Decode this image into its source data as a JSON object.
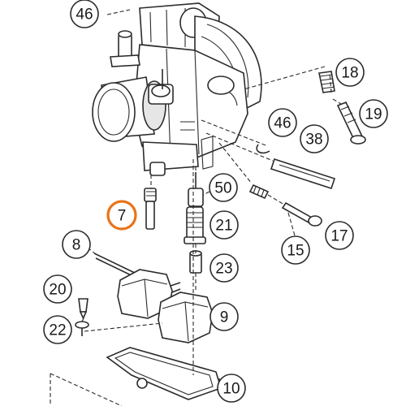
{
  "callouts": [
    {
      "id": "c46a",
      "label": "46"
    },
    {
      "id": "c18",
      "label": "18"
    },
    {
      "id": "c19",
      "label": "19"
    },
    {
      "id": "c46b",
      "label": "46"
    },
    {
      "id": "c38",
      "label": "38"
    },
    {
      "id": "c50",
      "label": "50"
    },
    {
      "id": "c7",
      "label": "7",
      "highlighted": true
    },
    {
      "id": "c21",
      "label": "21"
    },
    {
      "id": "c17",
      "label": "17"
    },
    {
      "id": "c15",
      "label": "15"
    },
    {
      "id": "c8",
      "label": "8"
    },
    {
      "id": "c23",
      "label": "23"
    },
    {
      "id": "c20",
      "label": "20"
    },
    {
      "id": "c9",
      "label": "9"
    },
    {
      "id": "c22",
      "label": "22"
    },
    {
      "id": "c10",
      "label": "10"
    }
  ],
  "colors": {
    "highlight": "#e8731a",
    "ink": "#2b2b2b",
    "background": "#ffffff"
  }
}
